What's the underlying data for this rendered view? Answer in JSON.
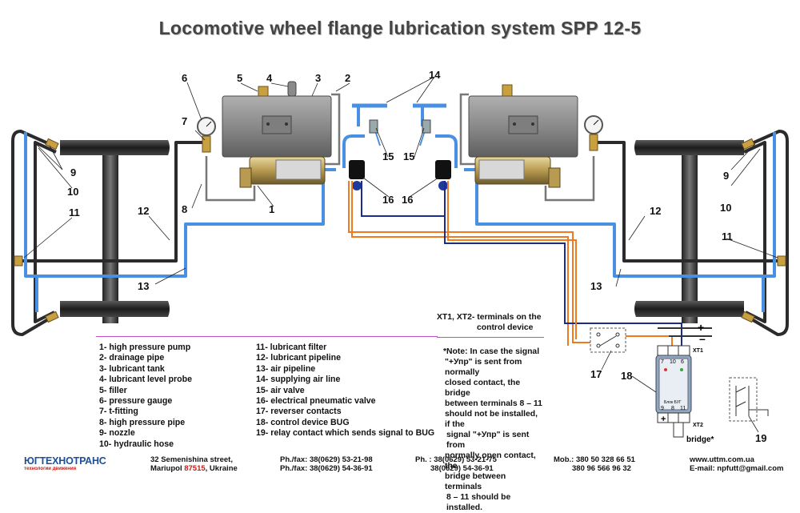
{
  "title": "Locomotive wheel flange lubrication system  SPP 12-5",
  "callouts": [
    "1",
    "2",
    "3",
    "4",
    "5",
    "6",
    "7",
    "8",
    "9",
    "10",
    "11",
    "12",
    "13",
    "14",
    "15",
    "16",
    "17",
    "18",
    "19"
  ],
  "legend_col1": [
    "1- high pressure pump",
    "2- drainage pipe",
    "3- lubricant tank",
    "4- lubricant level probe",
    "5- filler",
    "6- pressure gauge",
    "7- t-fitting",
    "8- high pressure pipe",
    "9- nozzle",
    "10- hydraulic hose"
  ],
  "legend_col2": [
    "11- lubricant filter",
    "12- lubricant pipeline",
    "13- air pipeline",
    "14- supplying air line",
    "15- air valve",
    "16- electrical pneumatic valve",
    "17- reverser contacts",
    "18- control device BUG",
    "19- relay contact which sends signal to BUG"
  ],
  "note": {
    "title_line1": "XT1, XT2- terminals on the",
    "title_line2": "control device",
    "lines": [
      "*Note: In case the signal",
      "\"+Упр\" is sent from normally",
      "closed contact, the bridge",
      "between terminals 8 – 11",
      "should not be installed, if the",
      "signal \"+Упр\" is sent from",
      "normally open contact, the",
      "bridge between terminals",
      "8 – 11 should be installed."
    ]
  },
  "terminals": {
    "xt1_label": "XT1",
    "xt2_label": "XT2",
    "xt1_numbers": [
      "7",
      "10",
      "6"
    ],
    "xt2_numbers": [
      "9",
      "8",
      "11"
    ],
    "plus": "+",
    "minus": "–",
    "bridge": "bridge*",
    "device_caption": "Блок БУГ"
  },
  "footer": {
    "logo_name": "ЮГТЕХНОТРАНС",
    "logo_tagline": "технологии движения",
    "address_line1": "32 Semenishina street,",
    "address_line2_pre": "Mariupol ",
    "address_zip": "87515",
    "address_line2_post": ", Ukraine",
    "phfax1": "Ph./fax: 38(0629) 53-21-98",
    "phfax2": "Ph./fax: 38(0629) 54-36-91",
    "ph1": "Ph. : 38(0629) 53-21-75",
    "ph2": "38(0629) 54-36-91",
    "mob1": "Mob.: 380 50 328 66 51",
    "mob2": "380 96 566 96 32",
    "web": "www.uttm.com.ua",
    "email": "E-mail: npfutt@gmail.com"
  },
  "colors": {
    "air_pipe": "#4a90e2",
    "lube_pipe": "#2b2b2b",
    "electric_orange": "#f07a20",
    "electric_blue": "#1a2c8c",
    "legend_rule": "#c050c8",
    "tank": "#8e8e8e"
  }
}
